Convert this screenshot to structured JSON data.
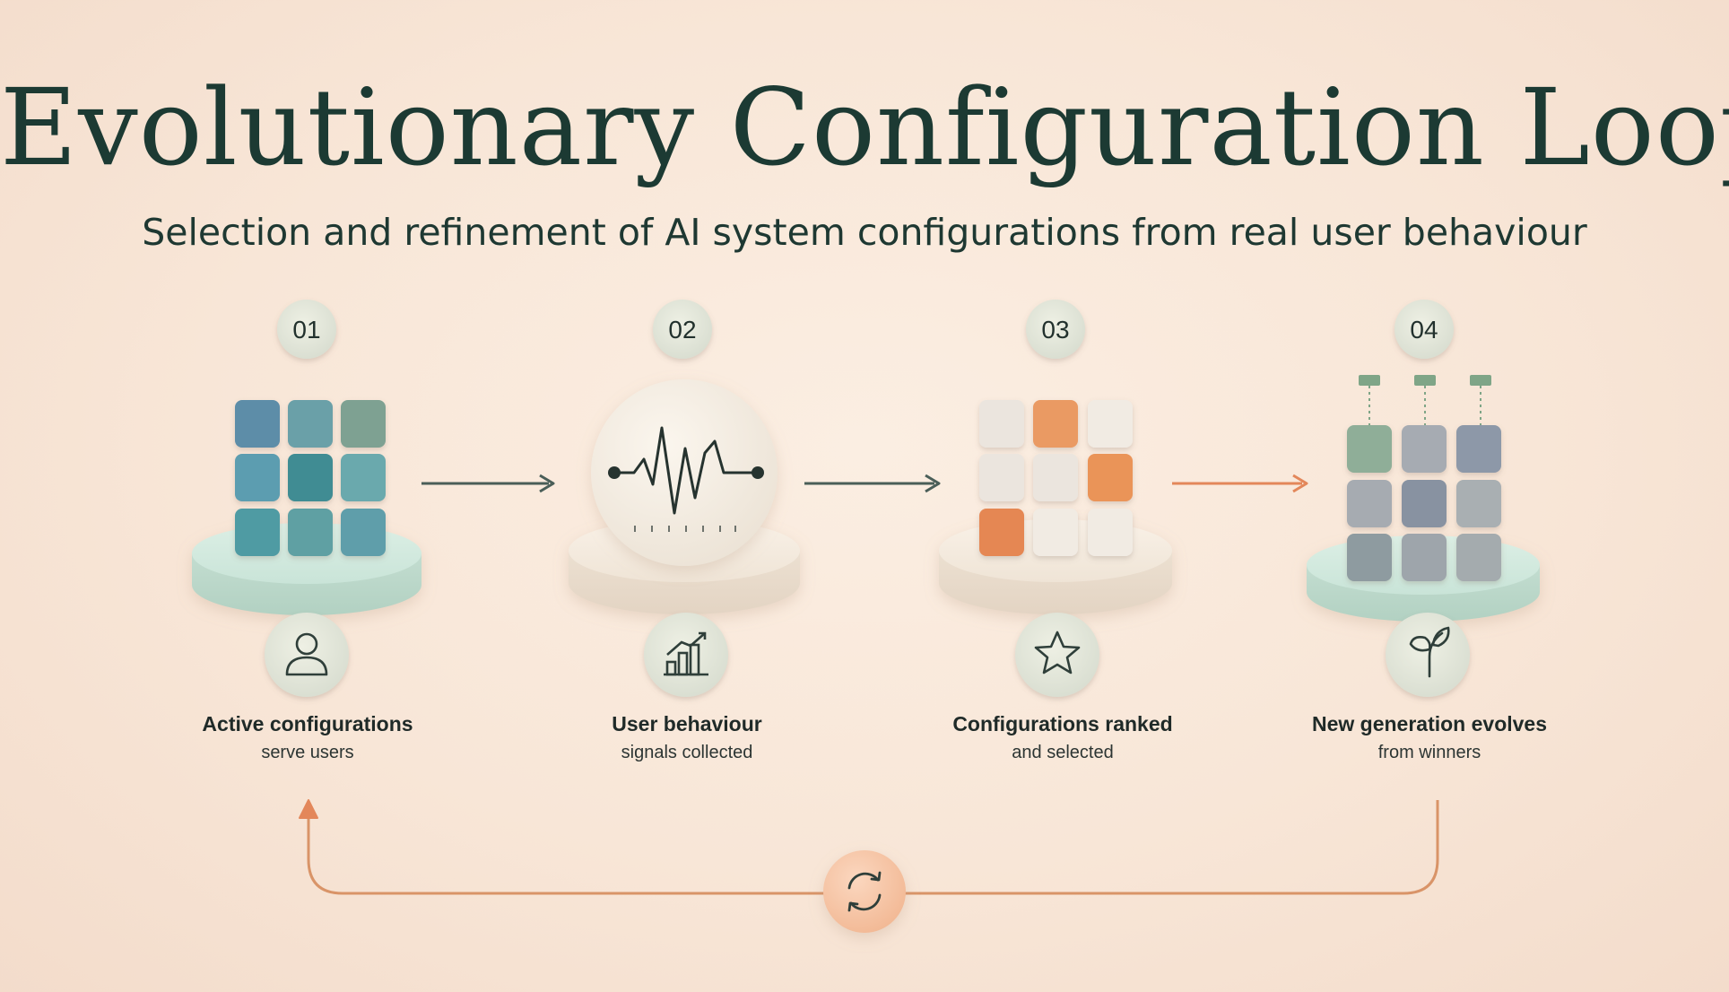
{
  "title": "Evolutionary Configuration Loop",
  "subtitle": "Selection and refinement of AI system configurations from real user behaviour",
  "steps": [
    {
      "number": "01",
      "title": "Active configurations",
      "detail": "serve users",
      "icon": "user-icon"
    },
    {
      "number": "02",
      "title": "User behaviour",
      "detail": "signals collected",
      "icon": "bar-chart-icon"
    },
    {
      "number": "03",
      "title": "Configurations ranked",
      "detail": "and selected",
      "icon": "star-icon"
    },
    {
      "number": "04",
      "title": "New generation evolves",
      "detail": "from winners",
      "icon": "sprout-icon"
    }
  ],
  "loop_icon": "refresh-icon",
  "colors": {
    "title": "#1c3a33",
    "accent_orange": "#e3875a",
    "teal": "#4f9ba3",
    "sage": "#8fae98",
    "slate": "#8f9aa6",
    "arrow_dark": "#4a5e58",
    "loop_line": "#d99468"
  }
}
